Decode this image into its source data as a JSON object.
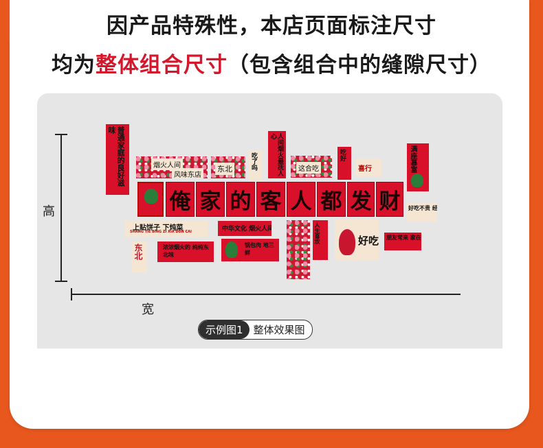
{
  "header": {
    "line1": "因产品特殊性，本店页面标注尺寸",
    "line2_prefix": "均为",
    "line2_highlight": "整体组合尺寸",
    "line2_suffix": "（包含组合中的缝隙尺寸）"
  },
  "dimensions": {
    "height_label": "高",
    "width_label": "宽"
  },
  "caption": {
    "tag": "示例图1",
    "text": "整体效果图"
  },
  "art": {
    "main_chars": [
      "俺",
      "家",
      "的",
      "客",
      "人",
      "都",
      "发",
      "财"
    ],
    "strip_left_vertical": "普通家庭的良好滋味",
    "top_band_1": "烟火人间",
    "top_band_2": "风味东店",
    "tile_dongbei": "东北",
    "tile_chiletma": "吃了吗",
    "tile_renjian": "人间烟火最抚人心",
    "tile_haochi": "这合吃",
    "tile_zaoan": "吃好",
    "tile_xiyi": "喜行",
    "right_vertical": "满座慕富",
    "left_band": "上贴饼子 下炖菜",
    "left_band_pinyin": "SHANG TIE BING ZI  XIA DUN CAI",
    "chunk_dong": "东北",
    "band_bottom_left": "浓浓烟火的 纯纯东北味",
    "band_center": "中华文化 烟火人间",
    "band_bottom_center": "锅包肉 地三鲜",
    "vert_center": "人生喜欢",
    "haochi": "好吃",
    "right_small_1": "好吃不贵 经济实惠",
    "right_small_2": "朋友常来 家在这里"
  },
  "colors": {
    "accent_red": "#d5172b",
    "frame_orange": "#e8581e",
    "panel_gray": "#e6e6e6"
  }
}
